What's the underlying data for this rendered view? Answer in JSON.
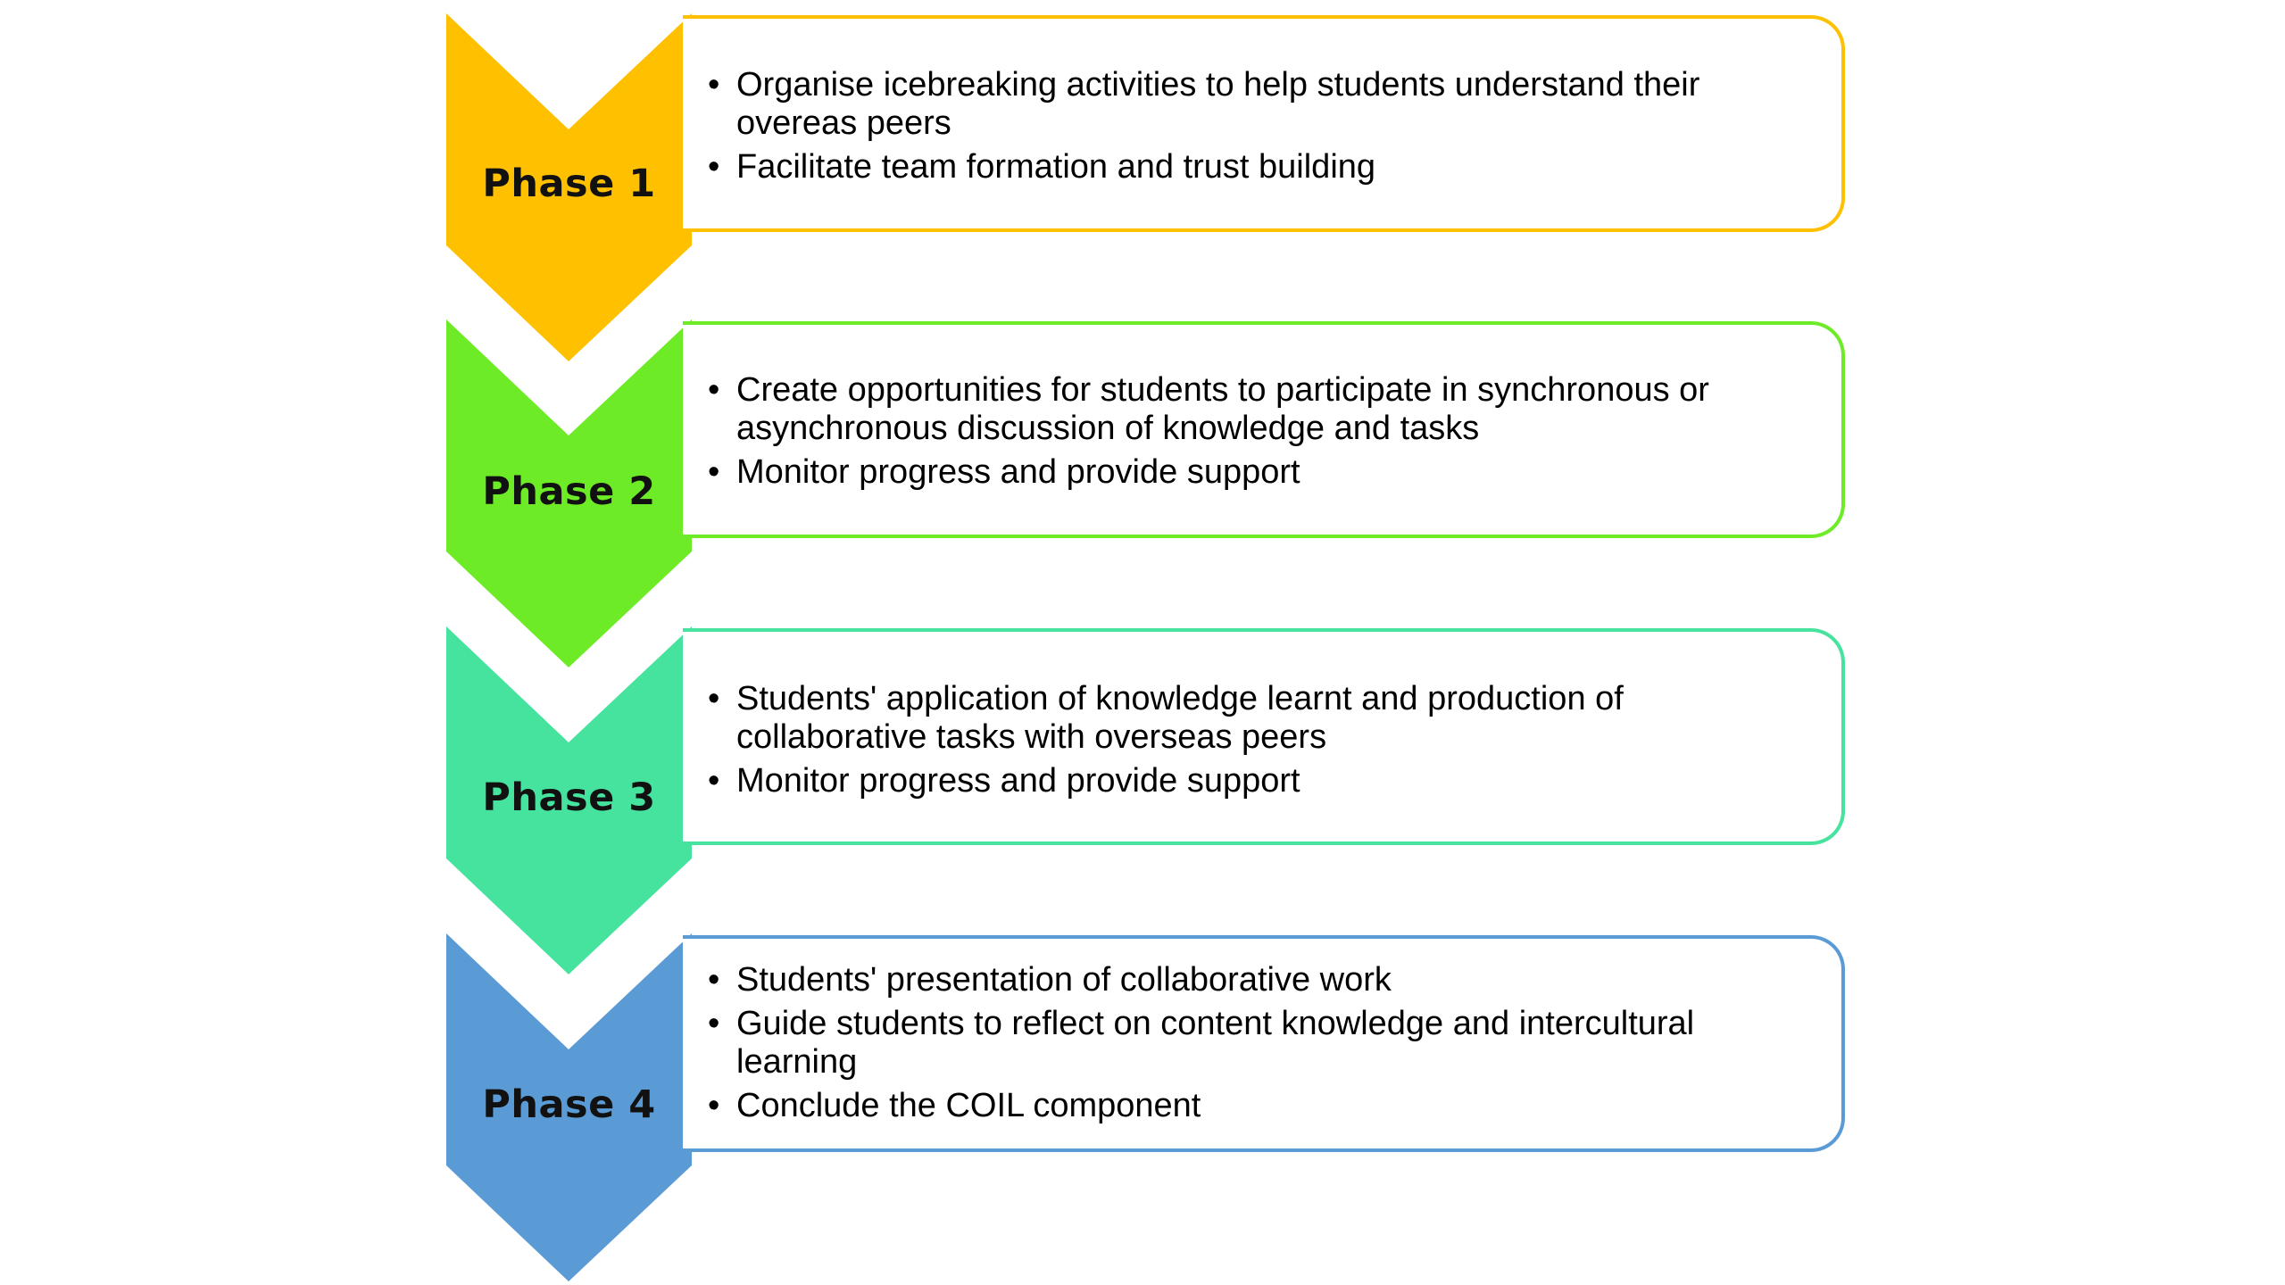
{
  "phases": [
    {
      "label": "Phase 1",
      "color": "#FFC000",
      "bullets": [
        "Organise icebreaking activities to help students understand their overeas peers",
        "Facilitate team formation and trust building"
      ]
    },
    {
      "label": "Phase 2",
      "color": "#6EEB27",
      "bullets": [
        "Create opportunities for students to participate in synchronous or asynchronous discussion of knowledge and tasks",
        "Monitor progress and provide support"
      ]
    },
    {
      "label": "Phase 3",
      "color": "#45E39E",
      "bullets": [
        "Students' application of knowledge learnt and production of collaborative tasks with overseas peers",
        "Monitor progress and provide support"
      ]
    },
    {
      "label": "Phase 4",
      "color": "#5B9BD5",
      "bullets": [
        "Students' presentation of collaborative work",
        "Guide students to reflect on content knowledge and intercultural learning",
        "Conclude the COIL component"
      ]
    }
  ],
  "bullet_char": "•"
}
